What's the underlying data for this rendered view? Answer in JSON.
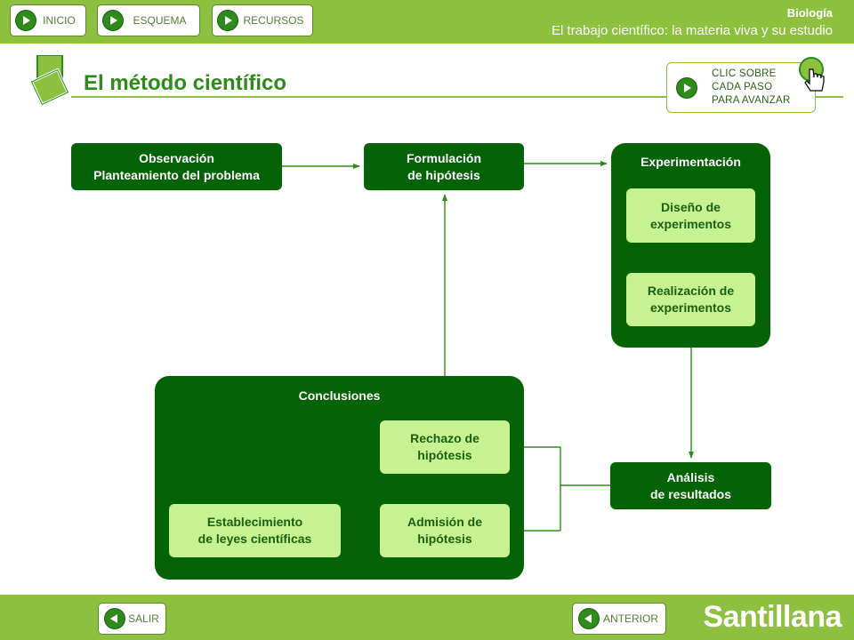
{
  "colors": {
    "bar": "#8dc03f",
    "dark_node": "#036306",
    "light_node": "#c6f291",
    "arrow": "#2f8a1c"
  },
  "header": {
    "nav": [
      {
        "label": "INICIO",
        "icon": "play-icon"
      },
      {
        "label": "ESQUEMA",
        "icon": "play-icon"
      },
      {
        "label": "RECURSOS",
        "icon": "play-icon"
      }
    ],
    "subject": "Biología",
    "subtitle": "El trabajo científico: la materia viva y su estudio"
  },
  "page": {
    "title": "El método científico",
    "hint": {
      "line1": "CLIC SOBRE",
      "line2": "CADA PASO",
      "line3": "PARA AVANZAR",
      "icon": "hand-cursor-icon"
    }
  },
  "diagram": {
    "observacion": {
      "line1": "Observación",
      "line2": "Planteamiento del problema"
    },
    "formulacion": {
      "line1": "Formulación",
      "line2": "de hipótesis"
    },
    "experimentacion": {
      "title": "Experimentación",
      "diseno": {
        "line1": "Diseño de",
        "line2": "experimentos"
      },
      "realizacion": {
        "line1": "Realización de",
        "line2": "experimentos"
      }
    },
    "analisis": {
      "line1": "Análisis",
      "line2": "de resultados"
    },
    "conclusiones": {
      "title": "Conclusiones",
      "rechazo": {
        "line1": "Rechazo de",
        "line2": "hipótesis"
      },
      "admision": {
        "line1": "Admisión de",
        "line2": "hipótesis"
      },
      "establecimiento": {
        "line1": "Establecimiento",
        "line2": "de leyes científicas"
      }
    }
  },
  "footer": {
    "exit_label": "SALIR",
    "prev_label": "ANTERIOR",
    "brand": "Santillana"
  }
}
